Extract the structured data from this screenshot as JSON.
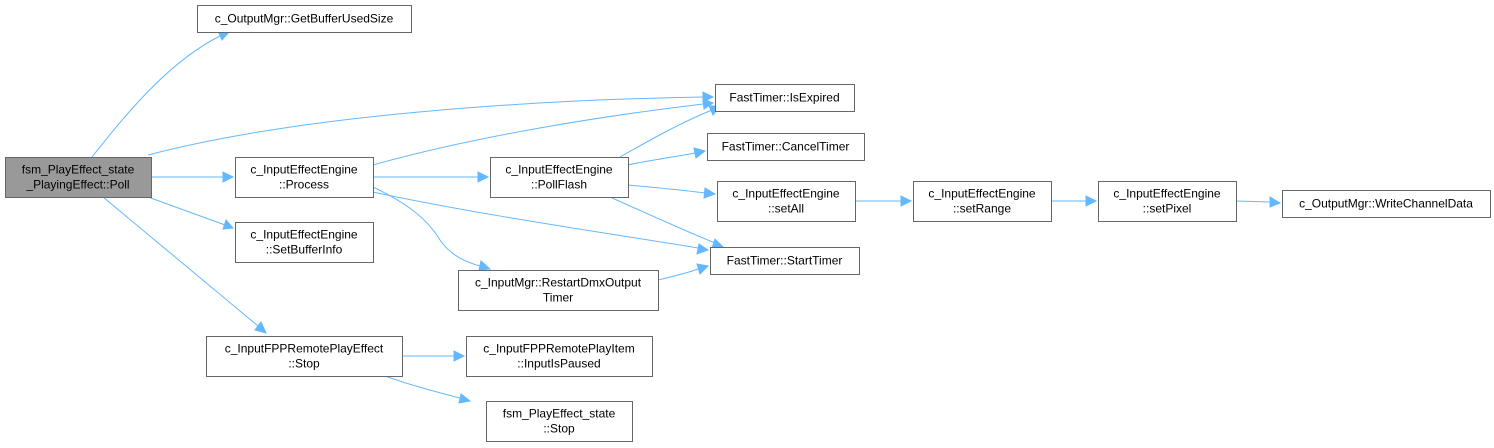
{
  "colors": {
    "root_fill": "#999999",
    "node_fill": "#ffffff",
    "border": "#666666",
    "edge": "#63b8ff"
  },
  "nodes": [
    {
      "id": "root",
      "lines": [
        "fsm_PlayEffect_state",
        "_PlayingEffect::Poll"
      ],
      "root": true
    },
    {
      "id": "getbuf",
      "lines": [
        "c_OutputMgr::GetBufferUsedSize"
      ]
    },
    {
      "id": "isexpired",
      "lines": [
        "FastTimer::IsExpired"
      ]
    },
    {
      "id": "process",
      "lines": [
        "c_InputEffectEngine",
        "::Process"
      ]
    },
    {
      "id": "pollflash",
      "lines": [
        "c_InputEffectEngine",
        "::PollFlash"
      ]
    },
    {
      "id": "cancel",
      "lines": [
        "FastTimer::CancelTimer"
      ]
    },
    {
      "id": "setall",
      "lines": [
        "c_InputEffectEngine",
        "::setAll"
      ]
    },
    {
      "id": "setrange",
      "lines": [
        "c_InputEffectEngine",
        "::setRange"
      ]
    },
    {
      "id": "setpixel",
      "lines": [
        "c_InputEffectEngine",
        "::setPixel"
      ]
    },
    {
      "id": "write",
      "lines": [
        "c_OutputMgr::WriteChannelData"
      ]
    },
    {
      "id": "setbuf",
      "lines": [
        "c_InputEffectEngine",
        "::SetBufferInfo"
      ]
    },
    {
      "id": "start",
      "lines": [
        "FastTimer::StartTimer"
      ]
    },
    {
      "id": "restart",
      "lines": [
        "c_InputMgr::RestartDmxOutput",
        "Timer"
      ]
    },
    {
      "id": "fppstop",
      "lines": [
        "c_InputFPPRemotePlayEffect",
        "::Stop"
      ]
    },
    {
      "id": "paused",
      "lines": [
        "c_InputFPPRemotePlayItem",
        "::InputIsPaused"
      ]
    },
    {
      "id": "fsmstop",
      "lines": [
        "fsm_PlayEffect_state",
        "::Stop"
      ]
    }
  ],
  "edges": [
    {
      "from": "root",
      "to": "getbuf"
    },
    {
      "from": "root",
      "to": "isexpired"
    },
    {
      "from": "root",
      "to": "process"
    },
    {
      "from": "root",
      "to": "setbuf"
    },
    {
      "from": "root",
      "to": "fppstop"
    },
    {
      "from": "process",
      "to": "isexpired"
    },
    {
      "from": "process",
      "to": "pollflash"
    },
    {
      "from": "process",
      "to": "start"
    },
    {
      "from": "process",
      "to": "restart"
    },
    {
      "from": "pollflash",
      "to": "isexpired"
    },
    {
      "from": "pollflash",
      "to": "cancel"
    },
    {
      "from": "pollflash",
      "to": "setall"
    },
    {
      "from": "pollflash",
      "to": "start"
    },
    {
      "from": "setall",
      "to": "setrange"
    },
    {
      "from": "setrange",
      "to": "setpixel"
    },
    {
      "from": "setpixel",
      "to": "write"
    },
    {
      "from": "restart",
      "to": "start"
    },
    {
      "from": "fppstop",
      "to": "paused"
    },
    {
      "from": "fppstop",
      "to": "fsmstop"
    }
  ]
}
